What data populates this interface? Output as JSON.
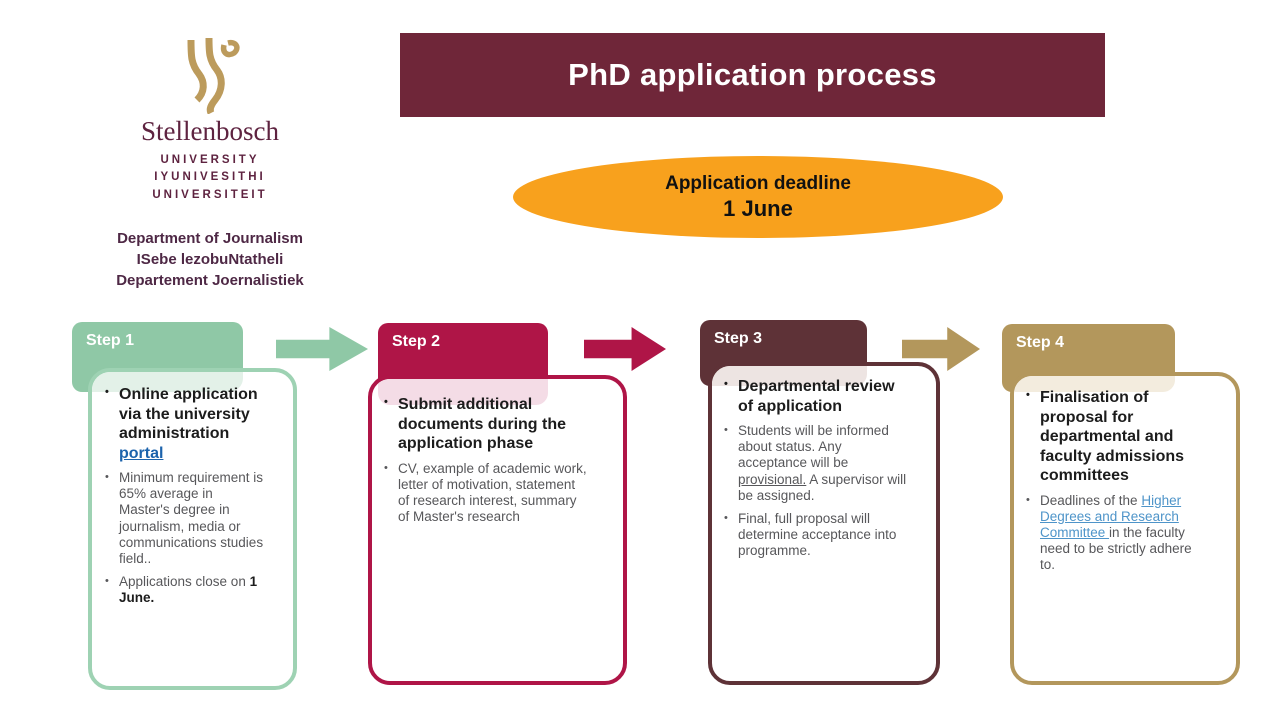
{
  "logo": {
    "university_name": "Stellenbosch",
    "university_lines": [
      "UNIVERSITY",
      "IYUNIVESITHI",
      "UNIVERSITEIT"
    ],
    "department_lines": [
      "Department of Journalism",
      "ISebe lezobuNtatheli",
      "Departement Joernalistiek"
    ]
  },
  "header": {
    "title": "PhD application process",
    "bg": "#6F2639"
  },
  "deadline": {
    "label": "Application deadline",
    "date": "1 June",
    "bg": "#F8A11D"
  },
  "bullet_char": "•",
  "brand": {
    "gold": "#BC9B5C",
    "maroon_text": "#5E2340",
    "plum_text": "#4E2845"
  },
  "steps": [
    {
      "label": "Step 1",
      "tab_color": "#8FC8A6",
      "border_color": "#9ED2B3",
      "tint_color": "#E3F1E8",
      "bullets": [
        {
          "bold": true,
          "segments": [
            {
              "text": "Online application via the university administration "
            },
            {
              "text": "portal",
              "style": "link-strong",
              "name": "portal-link"
            }
          ]
        },
        {
          "bold": false,
          "segments": [
            {
              "text": "Minimum requirement is 65% average in Master's degree in journalism, media or communications studies field.."
            }
          ]
        },
        {
          "bold": false,
          "segments": [
            {
              "text": "Applications close on "
            },
            {
              "text": "1 June.",
              "style": "strong",
              "name": "deadline-emphasis"
            }
          ]
        }
      ]
    },
    {
      "label": "Step 2",
      "tab_color": "#AF1547",
      "border_color": "#AF1547",
      "tint_color": "#F4DCE6",
      "bullets": [
        {
          "bold": true,
          "segments": [
            {
              "text": "Submit additional documents during the application phase"
            }
          ]
        },
        {
          "bold": false,
          "segments": [
            {
              "text": "CV, example of academic work, letter of motivation, statement of research interest, summary of Master's research"
            }
          ]
        }
      ]
    },
    {
      "label": "Step 3",
      "tab_color": "#5E3237",
      "border_color": "#5E3237",
      "tint_color": "#EDE4E2",
      "bullets": [
        {
          "bold": true,
          "segments": [
            {
              "text": "Departmental review of application"
            }
          ]
        },
        {
          "bold": false,
          "segments": [
            {
              "text": "Students will be informed about status. Any acceptance will be "
            },
            {
              "text": "provisional.",
              "style": "underline",
              "name": "provisional-emphasis"
            },
            {
              "text": " A supervisor will be assigned."
            }
          ]
        },
        {
          "bold": false,
          "segments": [
            {
              "text": "Final, full proposal will determine acceptance into programme."
            }
          ]
        }
      ]
    },
    {
      "label": "Step 4",
      "tab_color": "#B3975C",
      "border_color": "#B3975C",
      "tint_color": "#F3ECDE",
      "bullets": [
        {
          "bold": true,
          "segments": [
            {
              "text": "Finalisation of proposal for departmental and faculty admissions committees"
            }
          ]
        },
        {
          "bold": false,
          "segments": [
            {
              "text": "Deadlines of the "
            },
            {
              "text": "Higher Degrees and Research Committee ",
              "style": "link-light",
              "name": "higher-degrees-committee-link"
            },
            {
              "text": "in the faculty need to be strictly adhere to."
            }
          ]
        }
      ]
    }
  ],
  "arrows": [
    {
      "color": "#8FC8A6"
    },
    {
      "color": "#AF1547"
    },
    {
      "color": "#B3975C"
    }
  ]
}
